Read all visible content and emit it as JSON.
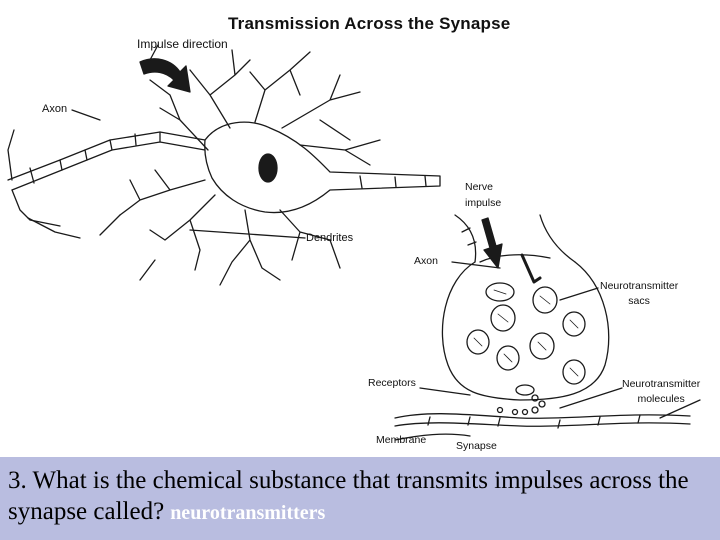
{
  "diagram": {
    "title": "Transmission Across the Synapse",
    "labels": {
      "impulse_direction": "Impulse direction",
      "axon_top": "Axon",
      "dendrites": "Dendrites",
      "nerve_impulse_line1": "Nerve",
      "nerve_impulse_line2": "impulse",
      "axon_terminal": "Axon",
      "sacs_line1": "Neurotransmitter",
      "sacs_line2": "sacs",
      "receptors": "Receptors",
      "molecules_line1": "Neurotransmitter",
      "molecules_line2": "molecules",
      "membrane": "Membrane",
      "synapse": "Synapse"
    }
  },
  "question": {
    "text": "3.  What is the chemical substance that transmits impulses across the synapse called?",
    "answer": "neurotransmitters",
    "panel_color": "#b9bde0",
    "answer_color": "#ffffff"
  }
}
